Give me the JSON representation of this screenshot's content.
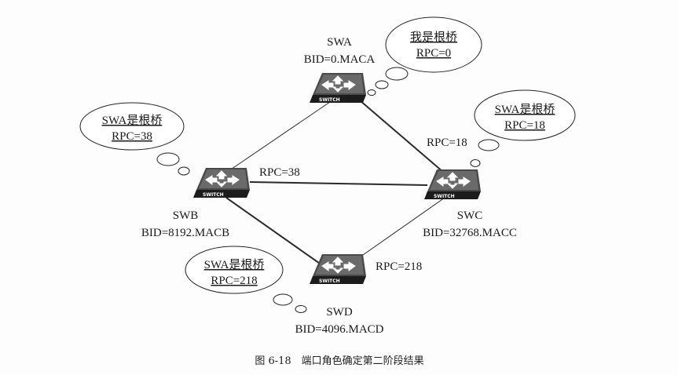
{
  "switches": {
    "swa": {
      "name": "SWA",
      "bid": "BID=0.MACA",
      "badge": "SWITCH"
    },
    "swb": {
      "name": "SWB",
      "bid": "BID=8192.MACB",
      "badge": "SWITCH"
    },
    "swc": {
      "name": "SWC",
      "bid": "BID=32768.MACC",
      "badge": "SWITCH"
    },
    "swd": {
      "name": "SWD",
      "bid": "BID=4096.MACD",
      "badge": "SWITCH"
    }
  },
  "bubbles": {
    "swa": {
      "line1": "我是根桥",
      "line2": "RPC=0"
    },
    "swb": {
      "line1": "SWA是根桥",
      "line2": "RPC=38"
    },
    "swc": {
      "line1": "SWA是根桥",
      "line2": "RPC=18"
    },
    "swd": {
      "line1": "SWA是根桥",
      "line2": "RPC=218"
    }
  },
  "link_labels": {
    "swb": "RPC=38",
    "swc": "RPC=18",
    "swd": "RPC=218"
  },
  "caption": "图 6-18　端口角色确定第二阶段结果"
}
